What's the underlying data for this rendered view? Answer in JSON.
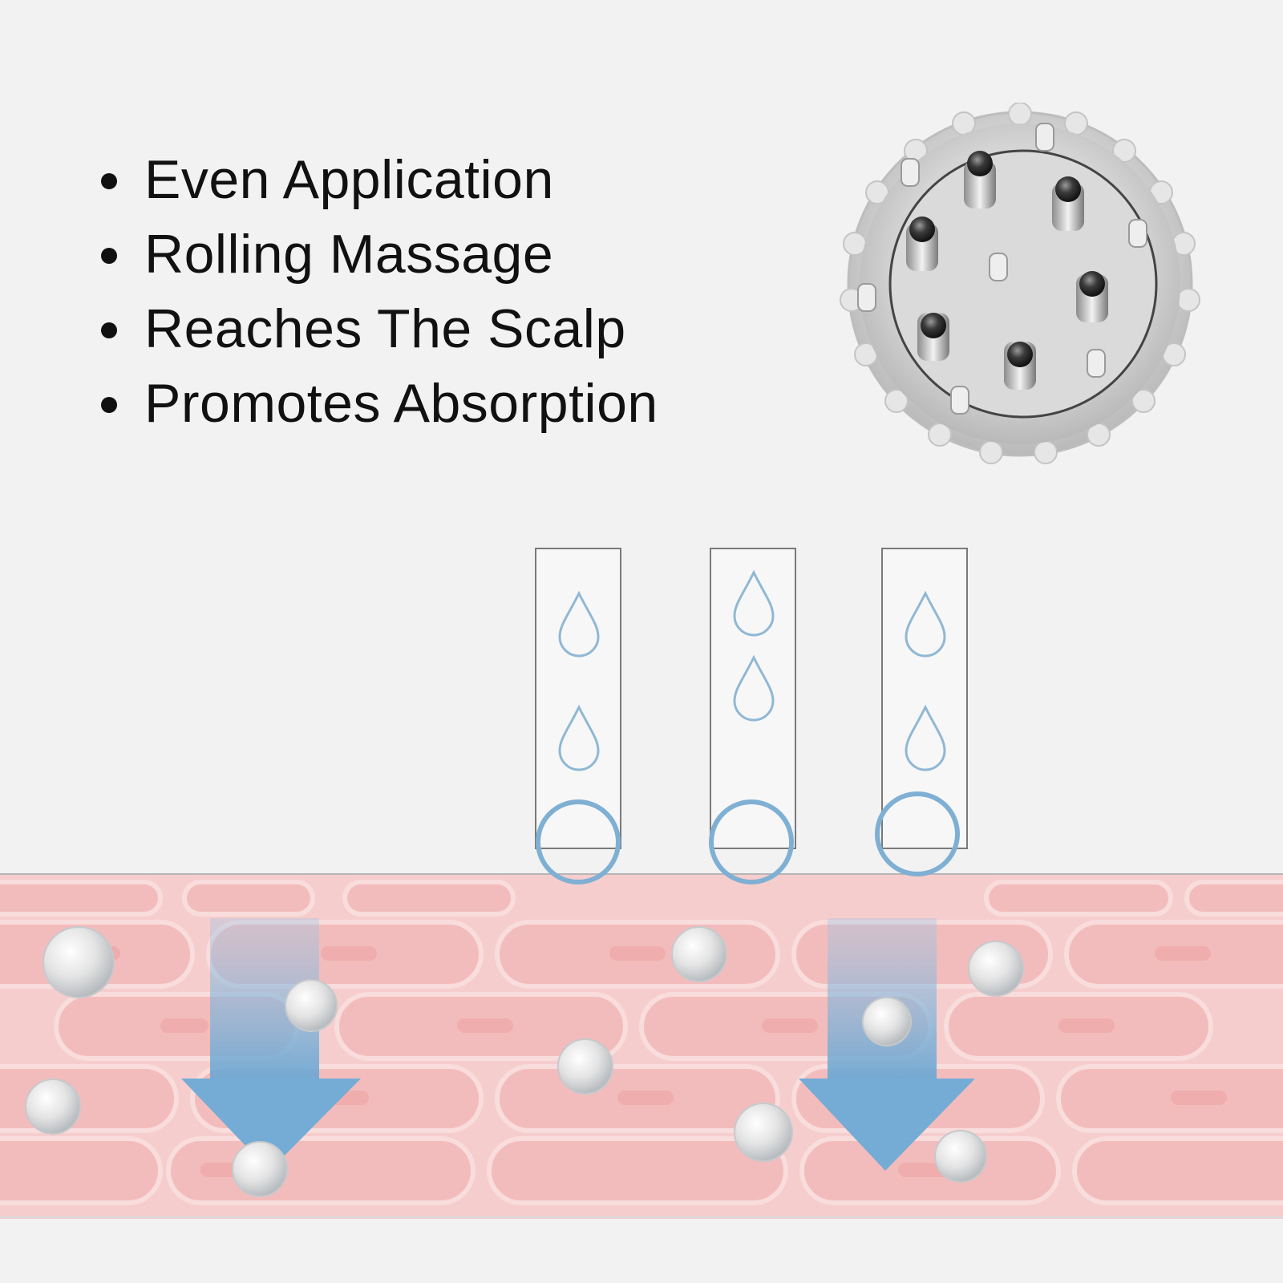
{
  "features": {
    "items": [
      {
        "label": "Even Application"
      },
      {
        "label": "Rolling Massage"
      },
      {
        "label": "Reaches The Scalp"
      },
      {
        "label": "Promotes Absorption"
      }
    ]
  },
  "colors": {
    "background": "#f2f2f2",
    "text": "#111111",
    "skin": "#f6c9c9",
    "skin_cell": "#f3b8b8",
    "drop_outline": "#8fb8d4",
    "arrow": "#7fb3d8"
  },
  "icons": {
    "roller_head": "roller-head-photo",
    "drops": "water-drop-icon",
    "arrows": "down-arrow-icon",
    "spheres": "serum-bubble-icon"
  }
}
